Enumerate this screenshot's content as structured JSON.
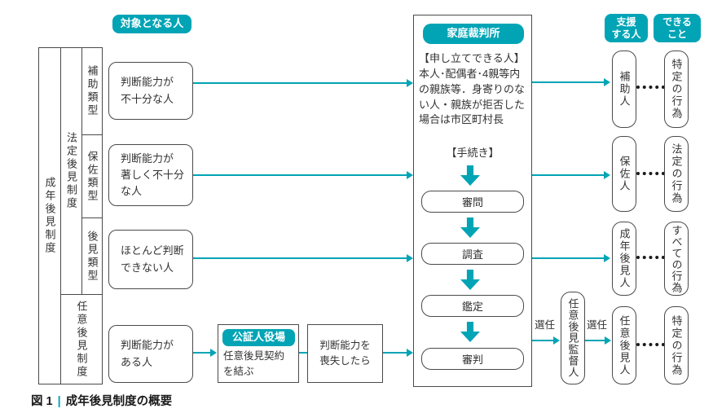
{
  "colors": {
    "accent": "#00a4b5",
    "text": "#333333",
    "box_border": "#4a4a4a"
  },
  "headers": {
    "target": "対象となる人",
    "court": "家庭裁判所",
    "supporter": "支援\nする人",
    "ability": "できる\nこと"
  },
  "classification": {
    "root": "成年後見制度",
    "legal": "法定後見制度",
    "types": [
      "補助類型",
      "保佐類型",
      "後見類型"
    ],
    "voluntary": "任意後見制度"
  },
  "targets": [
    "判断能力が\n不十分な人",
    "判断能力が\n著しく不十分\nな人",
    "ほとんど判断\nできない人",
    "判断能力が\nある人"
  ],
  "court": {
    "petition": "【申し立てできる人】本人･配偶者･4親等内の親族等．身寄りのない人・親族が拒否した場合は市区町村長",
    "procedure_label": "【手続き】",
    "steps": [
      "審問",
      "調査",
      "鑑定",
      "審判"
    ]
  },
  "notary": {
    "header": "公証人役場",
    "body": "任意後見契約\nを結ぶ"
  },
  "loss_box": "判断能力を\n喪失したら",
  "appointment": {
    "label_left": "選任",
    "label_right": "選任",
    "supervisor": "任意後見監督人"
  },
  "supporters": [
    "補助人",
    "保佐人",
    "成年後見人",
    "任意後見人"
  ],
  "abilities": [
    "特定の行為",
    "法定の行為",
    "すべての行為",
    "特定の行為"
  ],
  "caption": {
    "fig": "図 1",
    "separator": "|",
    "title": "成年後見制度の概要"
  }
}
